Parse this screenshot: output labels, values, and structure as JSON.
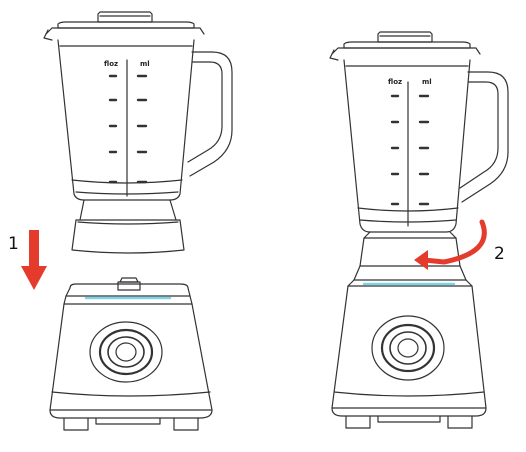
{
  "steps": [
    {
      "number": "1",
      "direction": "down"
    },
    {
      "number": "2",
      "direction": "rotate-left"
    }
  ],
  "jar_units": {
    "imperial": "floz",
    "metric": "ml"
  },
  "colors": {
    "arrow": "#e53b2c",
    "line": "#333333",
    "accent": "#7fd3e6"
  }
}
